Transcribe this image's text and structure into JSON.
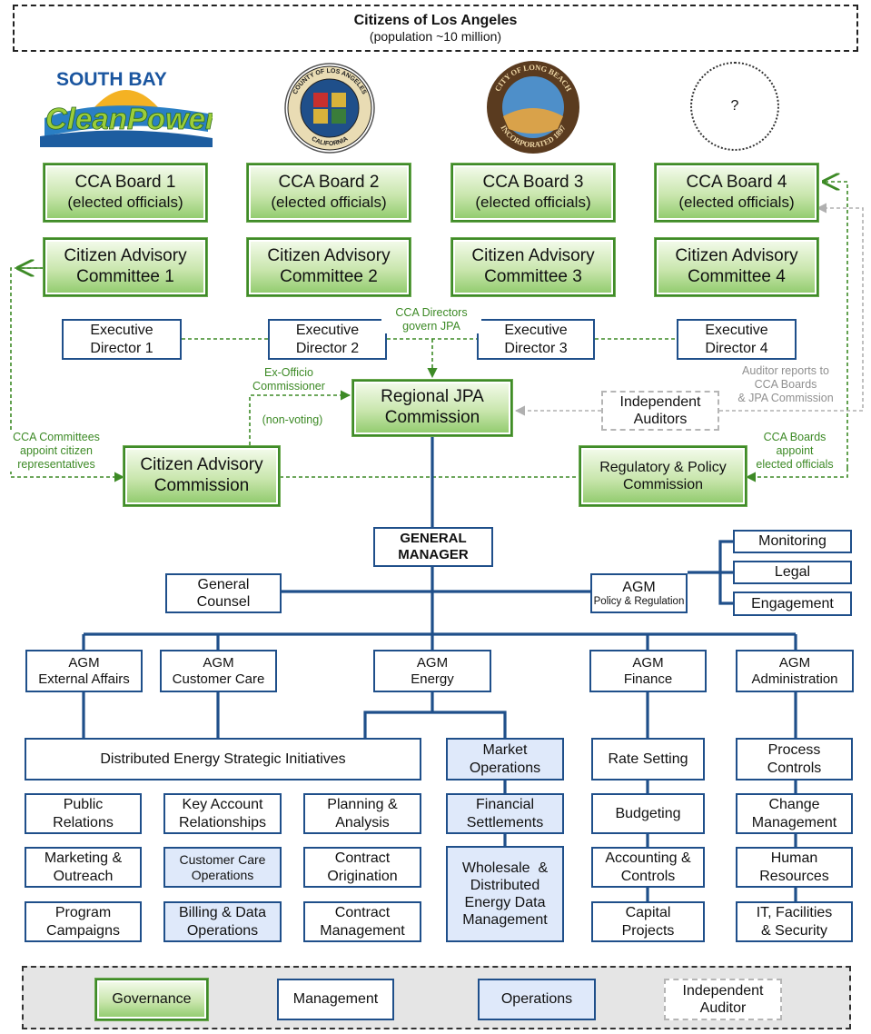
{
  "header": {
    "title": "Citizens of Los Angeles",
    "subtitle": "(population ~10 million)"
  },
  "logos": {
    "south_bay_top": "SOUTH BAY",
    "south_bay_bottom": "CleanPower",
    "la_county_seal_top": "COUNTY OF LOS ANGELES",
    "la_county_seal_bottom": "CALIFORNIA",
    "long_beach_seal_top": "CITY OF LONG BEACH",
    "long_beach_seal_bottom": "INCORPORATED 1897",
    "unknown_mark": "?"
  },
  "boards": [
    {
      "line1": "CCA Board 1",
      "line2": "(elected officials)"
    },
    {
      "line1": "CCA Board 2",
      "line2": "(elected officials)"
    },
    {
      "line1": "CCA Board 3",
      "line2": "(elected officials)"
    },
    {
      "line1": "CCA Board 4",
      "line2": "(elected officials)"
    }
  ],
  "committees": [
    {
      "line1": "Citizen Advisory",
      "line2": "Committee 1"
    },
    {
      "line1": "Citizen Advisory",
      "line2": "Committee 2"
    },
    {
      "line1": "Citizen Advisory",
      "line2": "Committee 3"
    },
    {
      "line1": "Citizen Advisory",
      "line2": "Committee 4"
    }
  ],
  "directors": [
    {
      "line1": "Executive",
      "line2": "Director 1"
    },
    {
      "line1": "Executive",
      "line2": "Director 2"
    },
    {
      "line1": "Executive",
      "line2": "Director 3"
    },
    {
      "line1": "Executive",
      "line2": "Director 4"
    }
  ],
  "annotations": {
    "cca_directors": [
      "CCA Directors",
      "govern JPA"
    ],
    "ex_officio": [
      "Ex-Officio",
      "Commissioner"
    ],
    "non_voting": "(non-voting)",
    "auditor_reports": [
      "Auditor reports to",
      "CCA Boards",
      "& JPA Commission"
    ],
    "cca_committees": [
      "CCA Committees",
      "appoint citizen",
      "representatives"
    ],
    "cca_boards_appoint": [
      "CCA Boards",
      "appoint",
      "elected officials"
    ]
  },
  "jpa": {
    "line1": "Regional JPA",
    "line2": "Commission"
  },
  "auditors": {
    "line1": "Independent",
    "line2": "Auditors"
  },
  "citizen_commission": {
    "line1": "Citizen Advisory",
    "line2": "Commission"
  },
  "regulatory_commission": {
    "line1": "Regulatory & Policy",
    "line2": "Commission"
  },
  "gm": {
    "line1": "GENERAL",
    "line2": "MANAGER"
  },
  "general_counsel": {
    "line1": "General",
    "line2": "Counsel"
  },
  "agm_policy": {
    "line1": "AGM",
    "line2": "Policy & Regulation"
  },
  "policy_units": [
    "Monitoring",
    "Legal",
    "Engagement"
  ],
  "agms": [
    {
      "line1": "AGM",
      "line2": "External Affairs"
    },
    {
      "line1": "AGM",
      "line2": "Customer Care"
    },
    {
      "line1": "AGM",
      "line2": "Energy"
    },
    {
      "line1": "AGM",
      "line2": "Finance"
    },
    {
      "line1": "AGM",
      "line2": "Administration"
    }
  ],
  "desi": "Distributed Energy Strategic Initiatives",
  "col_external": [
    {
      "line1": "Public",
      "line2": "Relations"
    },
    {
      "line1": "Marketing &",
      "line2": "Outreach"
    },
    {
      "line1": "Program",
      "line2": "Campaigns"
    }
  ],
  "col_customer": [
    {
      "line1": "Key Account",
      "line2": "Relationships"
    },
    {
      "line1": "Customer Care",
      "line2": "Operations"
    },
    {
      "line1": "Billing & Data",
      "line2": "Operations"
    }
  ],
  "col_planning": [
    {
      "line1": "Planning &",
      "line2": "Analysis"
    },
    {
      "line1": "Contract",
      "line2": "Origination"
    },
    {
      "line1": "Contract",
      "line2": "Management"
    }
  ],
  "col_market": [
    {
      "line1": "Market",
      "line2": "Operations"
    },
    {
      "line1": "Financial",
      "line2": "Settlements"
    }
  ],
  "wholesale": [
    "Wholesale  &",
    "Distributed",
    "Energy Data",
    "Management"
  ],
  "col_finance": [
    {
      "line1": "Rate Setting"
    },
    {
      "line1": "Budgeting"
    },
    {
      "line1": "Accounting &",
      "line2": "Controls"
    },
    {
      "line1": "Capital",
      "line2": "Projects"
    }
  ],
  "col_admin": [
    {
      "line1": "Process",
      "line2": "Controls"
    },
    {
      "line1": "Change",
      "line2": "Management"
    },
    {
      "line1": "Human",
      "line2": "Resources"
    },
    {
      "line1": "IT, Facilities",
      "line2": "& Security"
    }
  ],
  "legend": {
    "governance": "Governance",
    "management": "Management",
    "operations": "Operations",
    "auditor": [
      "Independent",
      "Auditor"
    ]
  },
  "colors": {
    "governance_border": "#3f8b28",
    "management_border": "#1f4f8a",
    "operations_fill": "#dfe9fa",
    "annotation_green": "#3d8a26",
    "auditor_gray": "#909090"
  }
}
